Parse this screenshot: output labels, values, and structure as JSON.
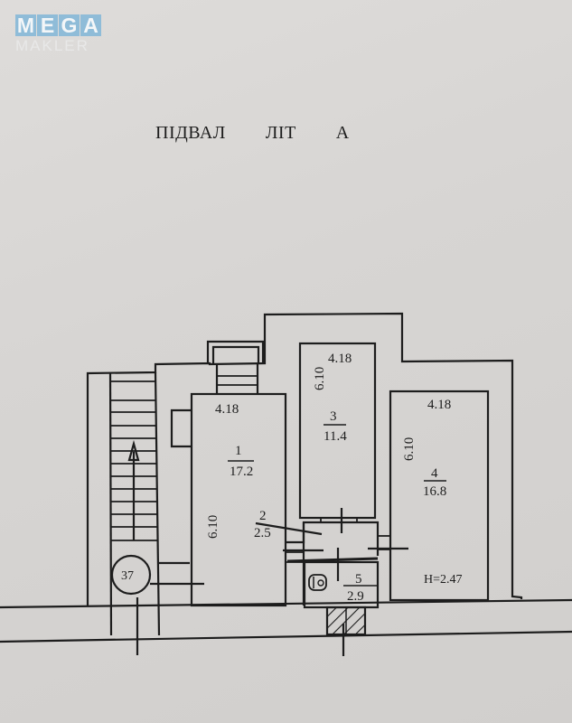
{
  "watermark": {
    "brand_top_letters": [
      "M",
      "E",
      "G",
      "A"
    ],
    "brand_bottom": "MAKLER",
    "accent_color": "#8fbcd8"
  },
  "document": {
    "title_parts": [
      "ПІДВАЛ",
      "ЛІТ",
      "А"
    ],
    "ceiling_height_label": "H=2.47"
  },
  "floor_plan": {
    "rooms": [
      {
        "number": "1",
        "area": "17.2",
        "width_label": "4.18",
        "length_label": "6.10"
      },
      {
        "number": "2",
        "area": "2.5"
      },
      {
        "number": "3",
        "area": "11.4",
        "width_label": "4.18",
        "length_label": "6.10"
      },
      {
        "number": "4",
        "area": "16.8",
        "width_label": "4.18",
        "length_label": "6.10"
      },
      {
        "number": "5",
        "area": "2.9"
      }
    ],
    "stair_marker": "37"
  }
}
